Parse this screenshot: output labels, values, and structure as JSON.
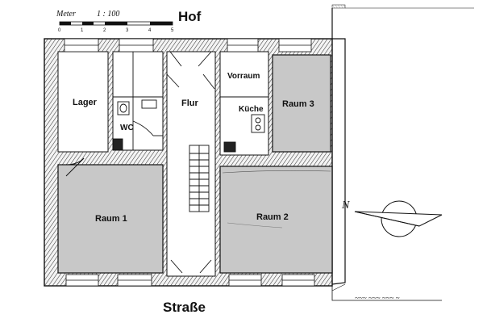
{
  "title_top": "Hof",
  "title_bottom": "Straße",
  "scale_bar": {
    "unit": "Meter",
    "ratio": "1 : 100",
    "ticks": [
      "0",
      "1",
      "2",
      "3",
      "4",
      "5"
    ]
  },
  "rooms": {
    "lager": "Lager",
    "wc": "WC",
    "flur": "Flur",
    "vorraum": "Vorraum",
    "kueche": "Küche",
    "raum1": "Raum 1",
    "raum2": "Raum 2",
    "raum3": "Raum 3"
  },
  "north_arrow": {
    "label": "N"
  },
  "colors": {
    "room_fill": "#c8c8c8",
    "wall_fill": "#2e2e2e",
    "line": "#111111",
    "background": "#ffffff"
  }
}
